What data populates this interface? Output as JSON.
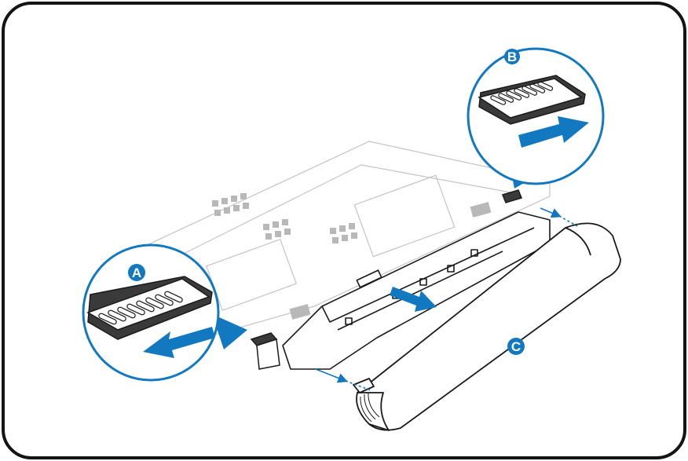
{
  "labels": {
    "a": "A",
    "b": "B",
    "c": "C"
  },
  "colors": {
    "outline": "#1a1a1a",
    "line_art": "#9a9a9a",
    "blue": "#1279c1",
    "frame": "#141414"
  }
}
